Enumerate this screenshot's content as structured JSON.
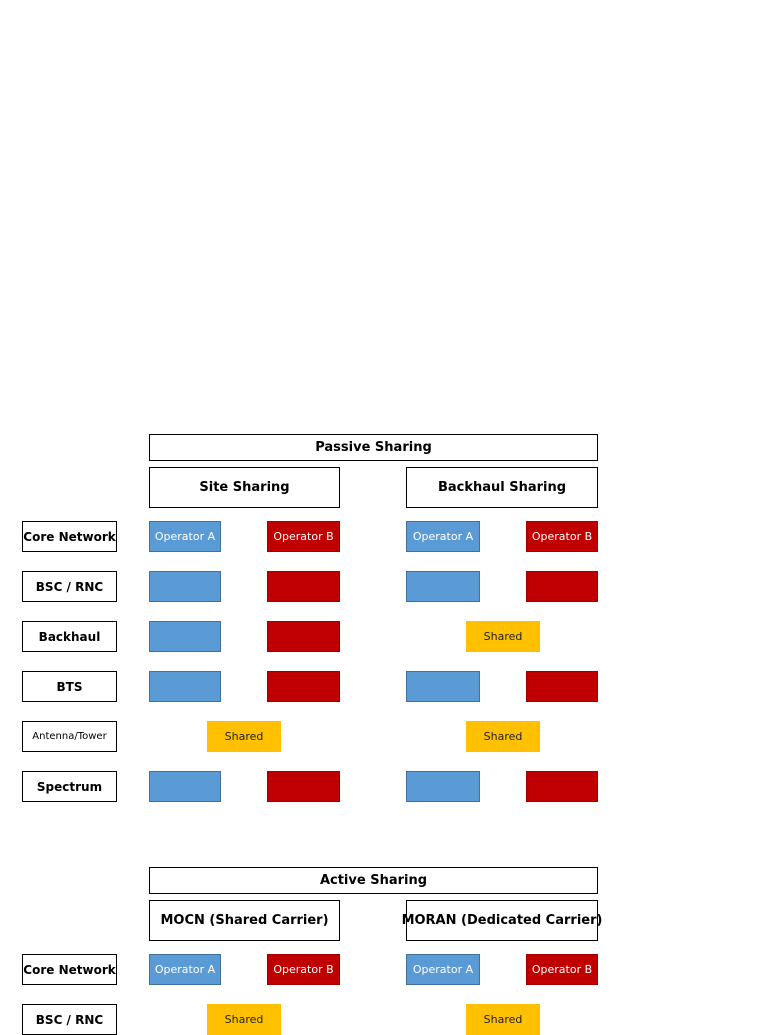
{
  "passive": {
    "title": "Passive Sharing",
    "site_sharing": "Site Sharing",
    "backhaul_sharing": "Backhaul Sharing",
    "rows": {
      "core_network": "Core Network",
      "bsc_rnc": "BSC / RNC",
      "backhaul": "Backhaul",
      "bts": "BTS",
      "antenna_tower": "Antenna/Tower",
      "spectrum": "Spectrum"
    }
  },
  "active": {
    "title": "Active Sharing",
    "mocn": "MOCN (Shared Carrier)",
    "moran": "MORAN (Dedicated Carrier)",
    "rows": {
      "core_network": "Core Network",
      "bsc_rnc": "BSC / RNC"
    }
  },
  "labels": {
    "operator_a": "Operator A",
    "operator_b": "Operator B",
    "shared": "Shared"
  },
  "colors": {
    "operator_a": "#5b9bd5",
    "operator_b": "#c00000",
    "shared": "#ffc000"
  }
}
